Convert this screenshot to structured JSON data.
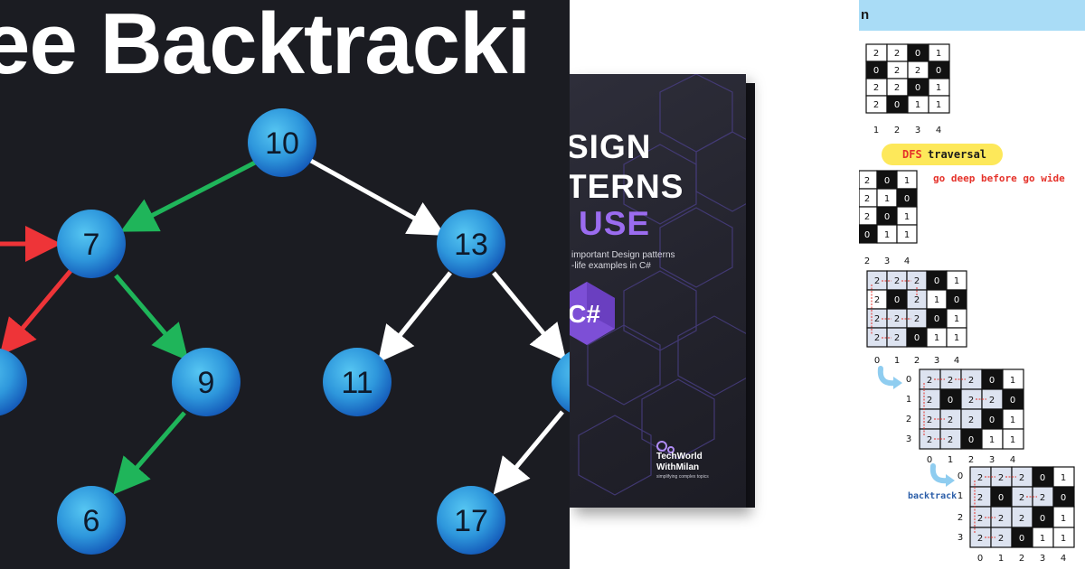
{
  "left": {
    "title": "ee Backtracki",
    "nodes": [
      "10",
      "7",
      "13",
      "9",
      "11",
      "6",
      "17"
    ]
  },
  "book": {
    "title_line1": "SIGN",
    "title_line2": "TERNS",
    "title_line3": "USE",
    "subtitle_line1": "important Design patterns",
    "subtitle_line2": "-life examples in C#",
    "csharp_text": "C#",
    "publisher_line1": "TechWorld",
    "publisher_line2": "WithMilan",
    "publisher_tagline": "simplifying complex topics"
  },
  "right": {
    "header": "n",
    "dfs": "DFS",
    "traversal": "traversal",
    "deep": "go deep before go wide",
    "backtrack": "backtrack",
    "colors": {
      "header": "#a9dcf6",
      "pill": "#fde85a",
      "red": "#e5322a",
      "blue": "#2a5da8"
    }
  }
}
